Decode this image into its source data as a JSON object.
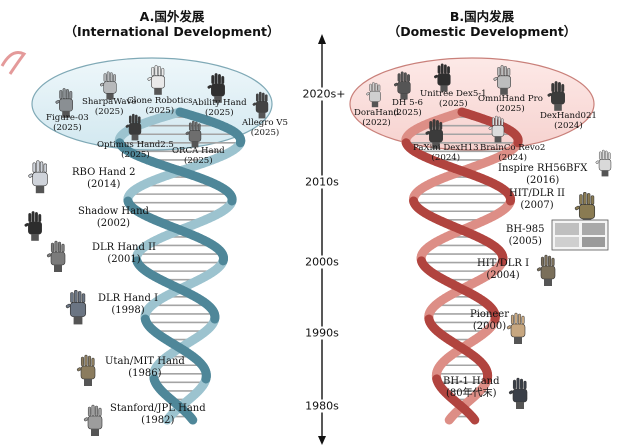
{
  "headers": {
    "international_title": "A.国外发展",
    "international_subtitle": "（International Development）",
    "domestic_title": "B.国内发展",
    "domestic_subtitle": "（Domestic Development）"
  },
  "timeline": [
    "2020s+",
    "2010s",
    "2000s",
    "1990s",
    "1980s"
  ],
  "international": {
    "recent": [
      {
        "name": "Figure-03",
        "year": "(2025)"
      },
      {
        "name": "SharpaWave",
        "year": "(2025)"
      },
      {
        "name": "Clone Robotics",
        "year": "(2025)"
      },
      {
        "name": "Ability Hand",
        "year": "(2025)"
      },
      {
        "name": "Optimus Hand2.5",
        "year": "(2025)"
      },
      {
        "name": "ORCA Hand",
        "year": "(2025)"
      },
      {
        "name": "Allegro V5",
        "year": "(2025)"
      }
    ],
    "history": [
      {
        "name": "RBO Hand 2",
        "year": "(2014)"
      },
      {
        "name": "Shadow Hand",
        "year": "(2002)"
      },
      {
        "name": "DLR Hand II",
        "year": "(2001)"
      },
      {
        "name": "DLR Hand I",
        "year": "(1998)"
      },
      {
        "name": "Utah/MIT Hand",
        "year": "(1986)"
      },
      {
        "name": "Stanford/JPL Hand",
        "year": "(1982)"
      }
    ]
  },
  "domestic": {
    "recent": [
      {
        "name": "DoraHand",
        "year": "(2022)"
      },
      {
        "name": "DH 5-6",
        "year": "(2025)"
      },
      {
        "name": "Unitree Dex5-1",
        "year": "(2025)"
      },
      {
        "name": "OmniHand Pro",
        "year": "(2025)"
      },
      {
        "name": "DexHand021",
        "year": "(2024)"
      },
      {
        "name": "PaXini DexH13",
        "year": "(2024)"
      },
      {
        "name": "BrainCo Revo2",
        "year": "(2024)"
      }
    ],
    "history": [
      {
        "name": "Inspire RH56BFX",
        "year": "(2016)"
      },
      {
        "name": "HIT/DLR II",
        "year": "(2007)"
      },
      {
        "name": "BH-985",
        "year": "(2005)"
      },
      {
        "name": "HIT/DLR I",
        "year": "(2004)"
      },
      {
        "name": "Pioneer",
        "year": "(2000)"
      },
      {
        "name": "BH-1 Hand",
        "year": "(80年代末)"
      }
    ]
  },
  "colors": {
    "blue_strand": "#4f8799",
    "blue_strand_light": "#9cc3cf",
    "blue_ellipse": "#d2e8f0",
    "red_strand": "#b1443f",
    "red_strand_light": "#dd8e86",
    "red_ellipse": "#f6d2cf",
    "rung_blue": "#a4a4a4",
    "rung_red": "#a4a4a4"
  }
}
